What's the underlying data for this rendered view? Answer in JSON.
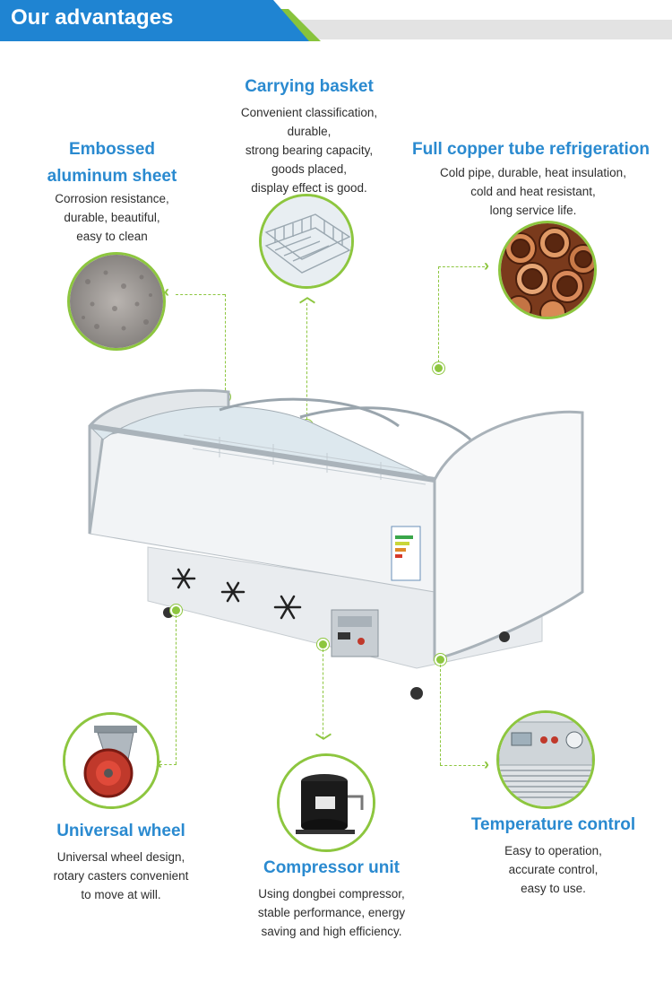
{
  "header": {
    "title": "Our advantages"
  },
  "features": {
    "embossed": {
      "title_line1": "Embossed",
      "title_line2": "aluminum sheet",
      "desc": [
        "Corrosion resistance,",
        "durable, beautiful,",
        "easy to clean"
      ],
      "icon": "embossed-texture"
    },
    "basket": {
      "title": "Carrying basket",
      "desc": [
        "Convenient classification,",
        "durable,",
        "strong bearing capacity,",
        "goods placed,",
        "display effect is good."
      ],
      "icon": "wire-basket"
    },
    "copper": {
      "title": "Full copper tube refrigeration",
      "desc": [
        "Cold pipe, durable, heat insulation,",
        "cold and heat resistant,",
        "long service life."
      ],
      "icon": "copper-pipes"
    },
    "wheel": {
      "title": "Universal wheel",
      "desc": [
        "Universal wheel design,",
        "rotary casters convenient",
        "to move at will."
      ],
      "icon": "caster-wheel"
    },
    "compressor": {
      "title": "Compressor unit",
      "desc": [
        "Using dongbei compressor,",
        "stable performance, energy",
        "saving and high efficiency."
      ],
      "icon": "compressor"
    },
    "temperature": {
      "title": "Temperature control",
      "desc": [
        "Easy to operation,",
        "accurate control,",
        "easy to use."
      ],
      "icon": "control-panel"
    }
  },
  "colors": {
    "accent_blue": "#1f84d2",
    "title_blue": "#2a8ad0",
    "accent_green": "#8dc63f"
  }
}
